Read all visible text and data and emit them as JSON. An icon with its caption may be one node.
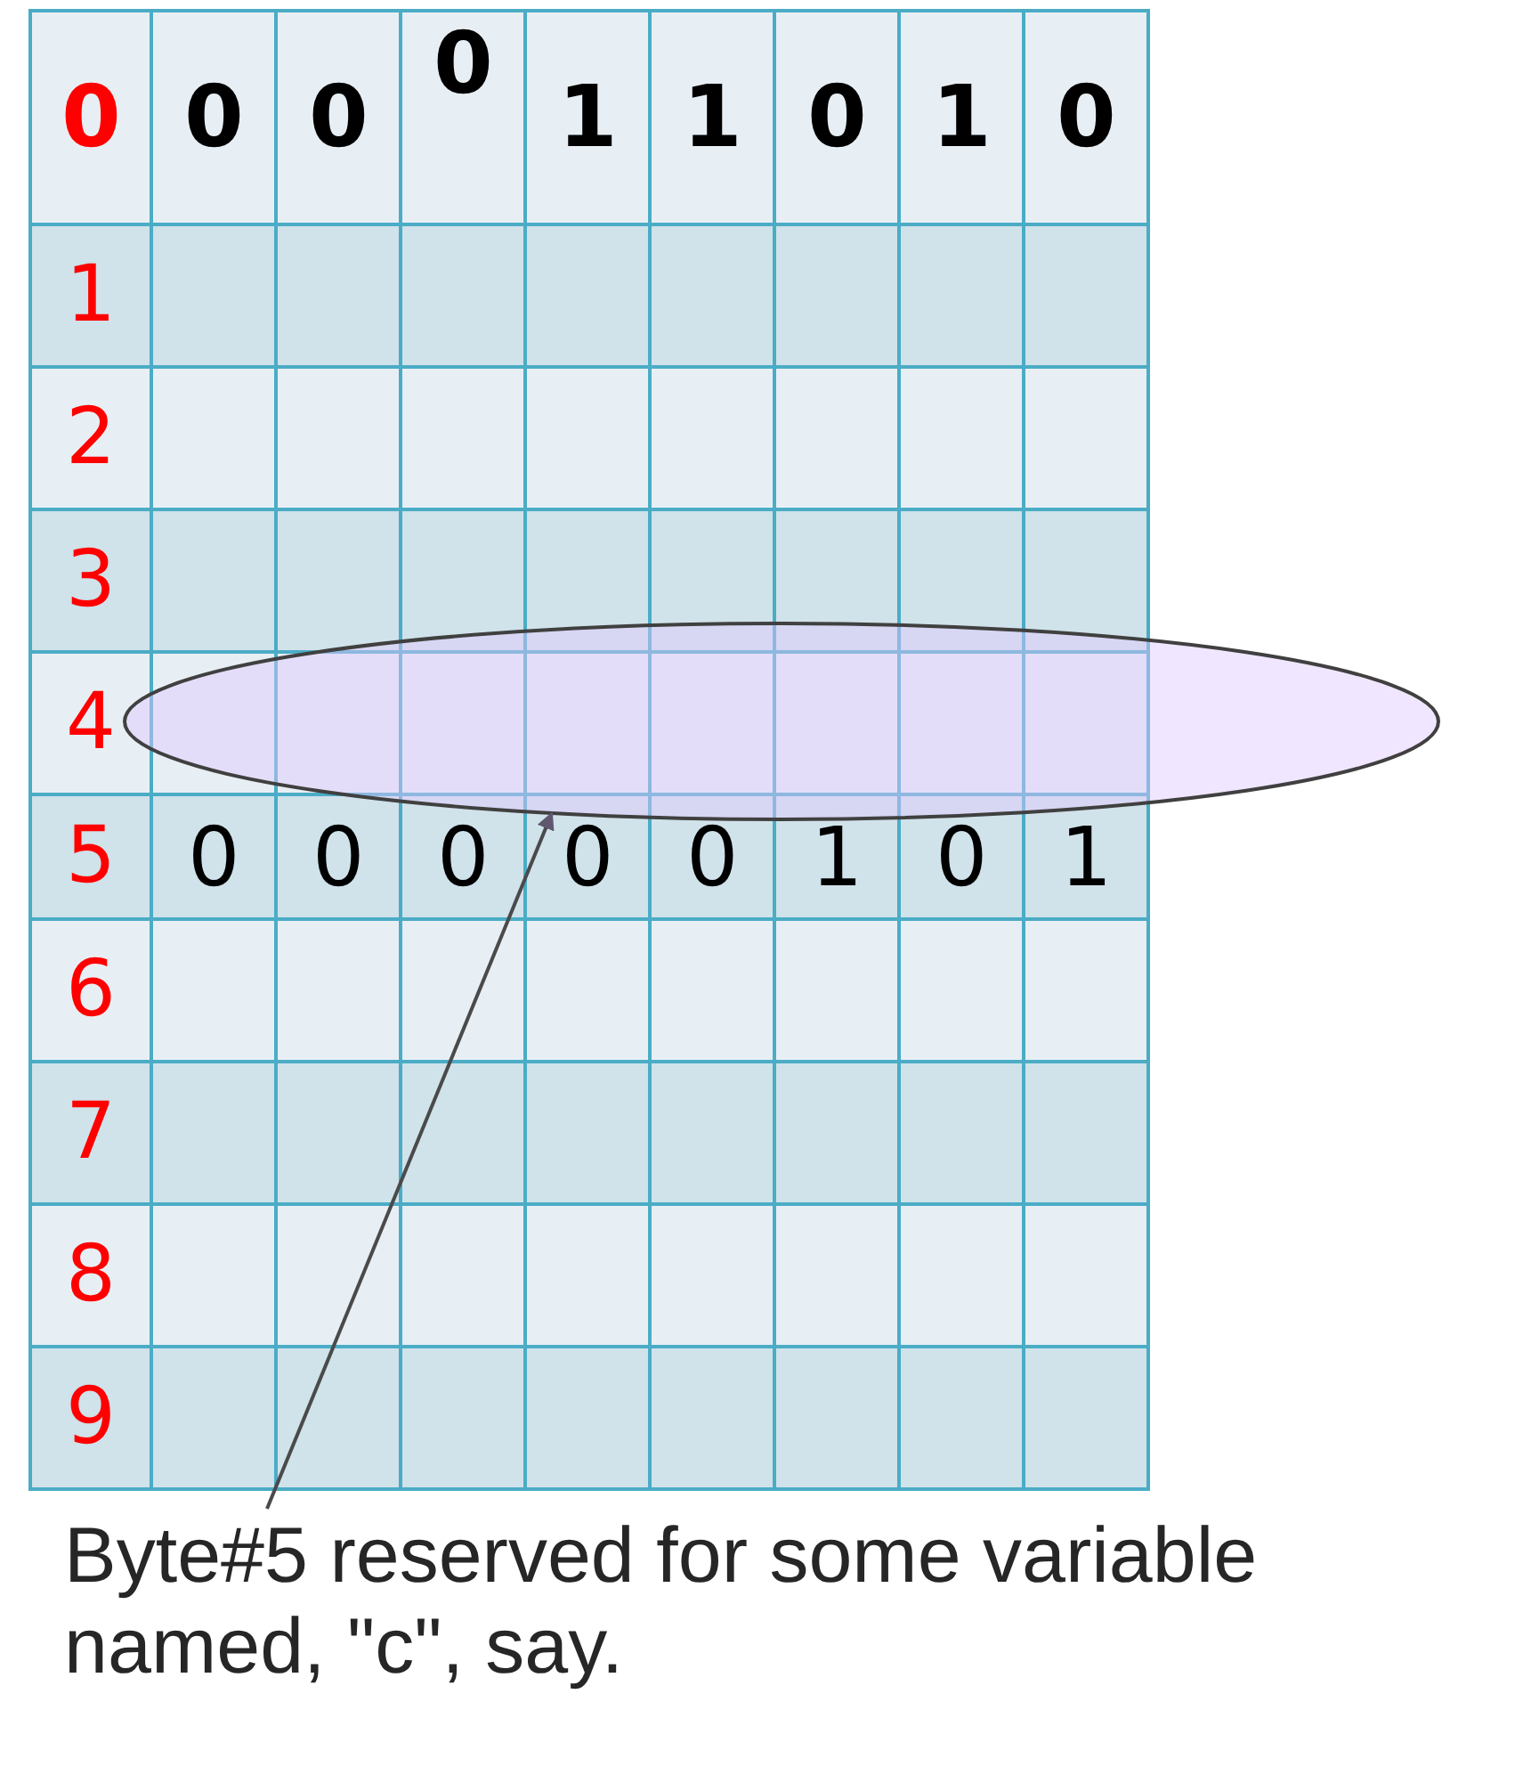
{
  "diagram": {
    "nodes": [
      {
        "text": [],
        "shape": "ellipse"
      },
      {
        "text": [
          "Byte#5 reserved for some variable named, \"c\", say."
        ]
      }
    ],
    "edges": [
      {
        "from": 1,
        "to": 0,
        "arrow": "to"
      }
    ],
    "labels": [
      "0",
      "0",
      "0",
      "0",
      "1",
      "1",
      "0",
      "1",
      "0",
      "1",
      "2",
      "3",
      "4",
      "5",
      "0",
      "0",
      "0",
      "0",
      "0",
      "1",
      "0",
      "1",
      "6",
      "7",
      "8",
      "9"
    ]
  }
}
